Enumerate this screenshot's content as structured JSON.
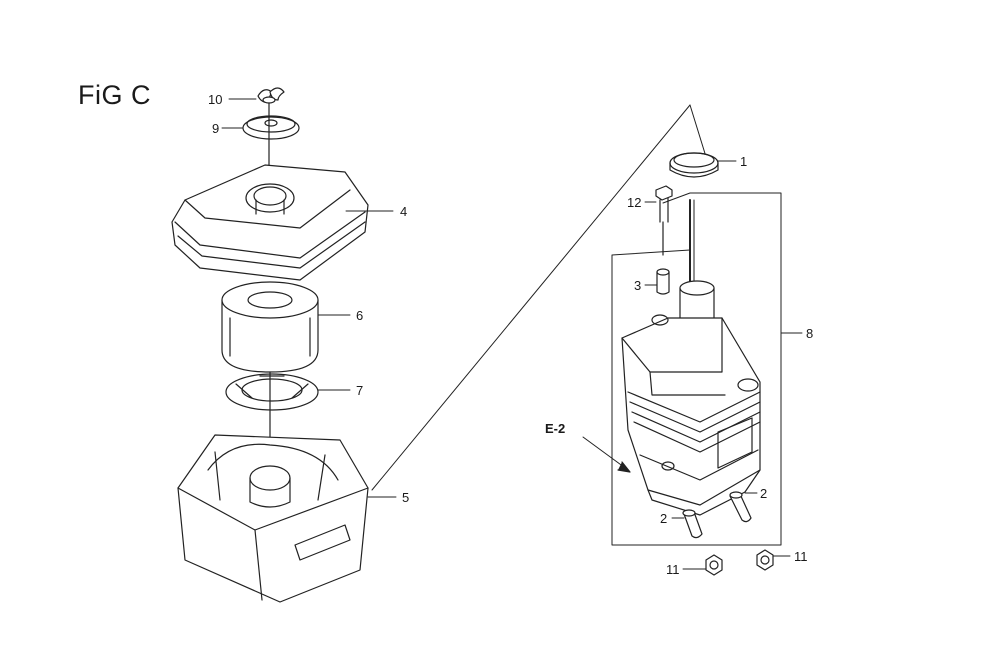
{
  "figure": {
    "title": "FiG C"
  },
  "reference": {
    "label": "E-2"
  },
  "callouts": {
    "c1": "1",
    "c2a": "2",
    "c2b": "2",
    "c3": "3",
    "c4": "4",
    "c5": "5",
    "c6": "6",
    "c7": "7",
    "c8": "8",
    "c9": "9",
    "c10": "10",
    "c11a": "11",
    "c11b": "11",
    "c12": "12"
  }
}
